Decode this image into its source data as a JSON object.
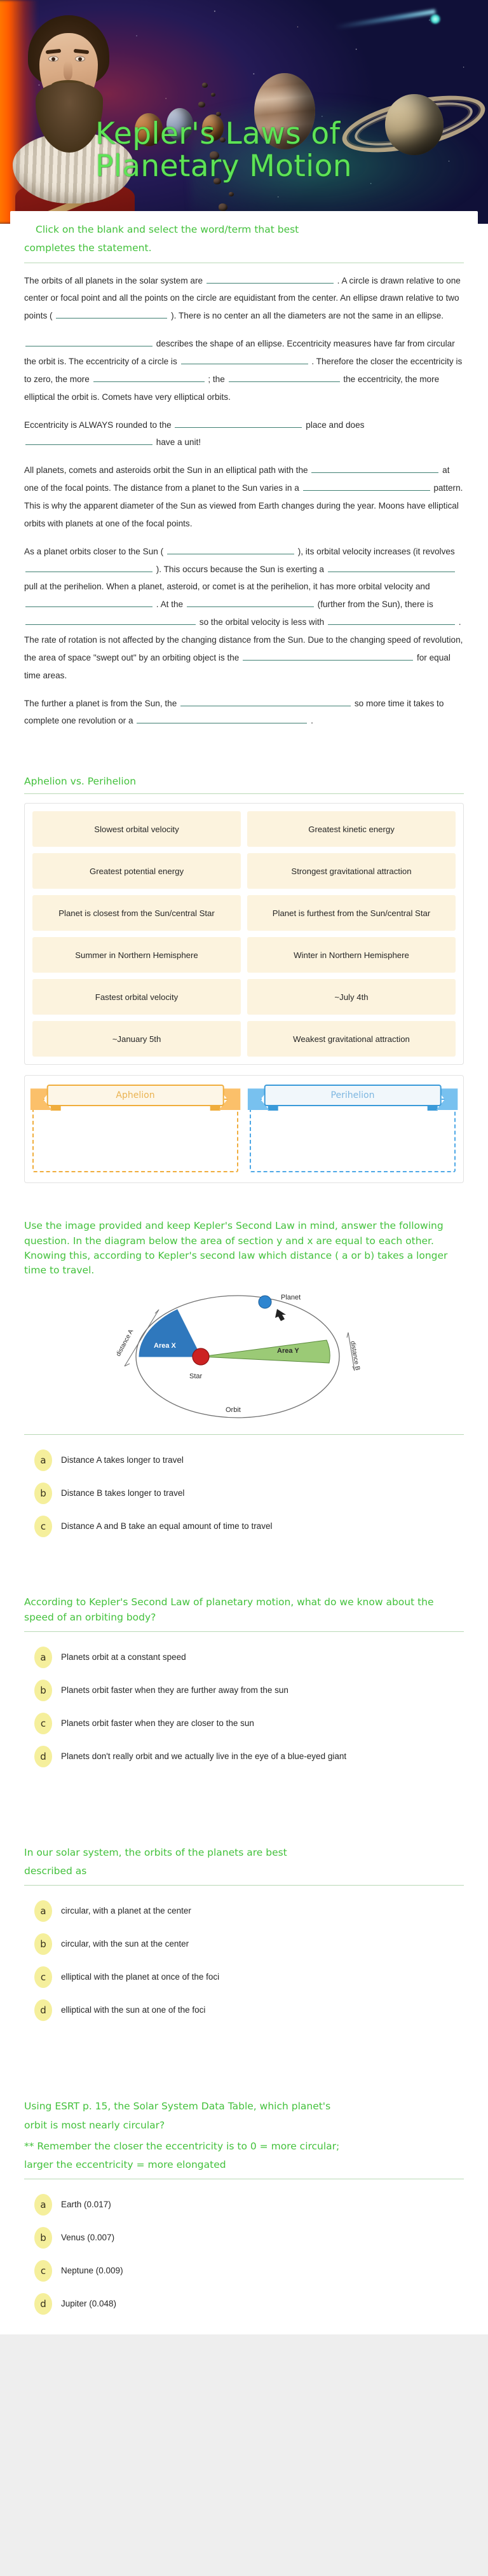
{
  "hero": {
    "title_line1": "Kepler's Laws of",
    "title_line2": "Planetary Motion",
    "accent_color": "#5ee356"
  },
  "instructions": {
    "line1": "Click on the blank and select the word/term that best",
    "line2": "completes the statement."
  },
  "paragraphs": {
    "p1_a": "The orbits of all planets in the solar system are",
    "p1_b": ". A circle is drawn relative to one center or focal point and all the points on the circle are equidistant from the center. An ellipse drawn relative to two points (",
    "p1_c": "). There is no center an all the diameters are not the same in an ellipse.",
    "p2_a": "describes the shape of an ellipse. Eccentricity measures have far from circular the orbit is. The eccentricity of a circle is",
    "p2_b": ". Therefore the closer the eccentricity is to zero, the more",
    "p2_c": "; the",
    "p2_d": "the eccentricity, the more elliptical the orbit is. Comets have very elliptical orbits.",
    "p3_a": "Eccentricity is ALWAYS rounded to the",
    "p3_b": "place and does",
    "p3_c": "have a unit!",
    "p4_a": "All planets, comets and asteroids orbit the Sun in an elliptical path with the",
    "p4_b": "at one of the focal points. The distance from a planet to the Sun varies in a",
    "p4_c": "pattern. This is why the apparent diameter of the Sun as viewed from Earth changes during the year. Moons have elliptical orbits with planets at one of the focal points.",
    "p5_a": "As a planet orbits closer to the Sun (",
    "p5_b": "), its orbital velocity increases (it revolves",
    "p5_c": "). This occurs because the Sun is exerting a",
    "p5_d": "pull at the perihelion. When a planet, asteroid, or comet is at the perihelion, it has more orbital velocity and",
    "p5_e": ". At the",
    "p5_f": "(further from the Sun), there is",
    "p5_g": "so the orbital velocity is less with",
    "p5_h": ". The rate of rotation is not affected by the changing distance from the Sun. Due to the changing speed of revolution, the area of space \"swept out\" by an orbiting object is the",
    "p5_i": "for equal time areas.",
    "p6_a": "The further a planet is from the Sun, the",
    "p6_b": "so more time it takes to complete one revolution or a",
    "p6_c": "."
  },
  "aphelion_section": {
    "title": "Aphelion vs. Perihelion",
    "bank_cells": [
      "Slowest orbital velocity",
      "Greatest kinetic energy",
      "Greatest potential energy",
      "Strongest gravitational attraction",
      "Planet is closest from the Sun/central Star",
      "Planet is furthest from the Sun/central Star",
      "Summer in Northern Hemisphere",
      "Winter in Northern Hemisphere",
      "Fastest orbital velocity",
      "~July 4th",
      "~January 5th",
      "Weakest gravitational attraction"
    ],
    "dropzones": [
      {
        "label": "Aphelion",
        "color": "#f0ad3c"
      },
      {
        "label": "Perihelion",
        "color": "#3a9ad9"
      }
    ]
  },
  "question_diagram": {
    "prompt": "Use the image provided and keep Kepler's Second Law in mind, answer the following question. In the diagram below the area of section y and x are equal to each other. Knowing this, according to Kepler's second law which distance ( a or b) takes a longer time to travel.",
    "diagram_labels": {
      "planet": "Planet",
      "star": "Star",
      "orbit": "Orbit",
      "area_x": "Area X",
      "area_y": "Area Y",
      "distance_a": "distance A",
      "distance_b": "distance B"
    },
    "choices": [
      {
        "key": "a",
        "text": "Distance A takes longer to travel"
      },
      {
        "key": "b",
        "text": "Distance B takes longer to travel"
      },
      {
        "key": "c",
        "text": "Distance A and B take an equal amount of time to travel"
      }
    ]
  },
  "question_speed": {
    "prompt": "According to Kepler's Second Law of planetary motion, what do we know about the speed of an orbiting body?",
    "choices": [
      {
        "key": "a",
        "text": "Planets orbit at a constant speed"
      },
      {
        "key": "b",
        "text": "Planets orbit faster when they are further away from the sun"
      },
      {
        "key": "c",
        "text": "Planets orbit faster when they are closer to the sun"
      },
      {
        "key": "d",
        "text": "Planets don't really orbit and we actually live in the eye of a blue-eyed giant"
      }
    ]
  },
  "question_orbits": {
    "prompt_line1": "In our solar system, the orbits of the planets are best",
    "prompt_line2": "described as",
    "choices": [
      {
        "key": "a",
        "text": "circular, with a planet at the center"
      },
      {
        "key": "b",
        "text": "circular, with the sun at the center"
      },
      {
        "key": "c",
        "text": "elliptical with the planet at once of the foci"
      },
      {
        "key": "d",
        "text": "elliptical with the sun at one of the foci"
      }
    ]
  },
  "question_esrt": {
    "prompt_line1": "Using ESRT p. 15, the Solar System Data Table, which planet's",
    "prompt_line2": "orbit is most nearly circular?",
    "note_line1": "** Remember the closer the eccentricity is to 0 = more circular;",
    "note_line2": "larger the eccentricity = more elongated",
    "choices": [
      {
        "key": "a",
        "text": "Earth (0.017)"
      },
      {
        "key": "b",
        "text": "Venus (0.007)"
      },
      {
        "key": "c",
        "text": "Neptune (0.009)"
      },
      {
        "key": "d",
        "text": "Jupiter (0.048)"
      }
    ]
  }
}
